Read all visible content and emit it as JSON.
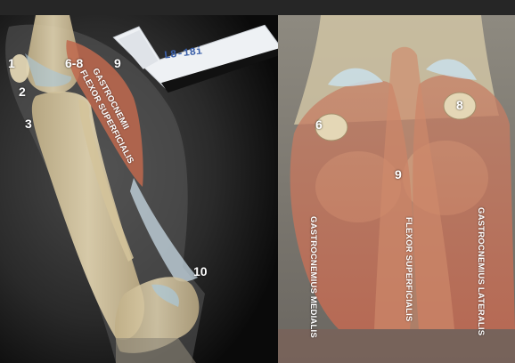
{
  "probe": {
    "model": "L8-18i"
  },
  "labels": {
    "n1": "1",
    "n2": "2",
    "n3": "3",
    "n6_8": "6-8",
    "n9_left": "9",
    "n10": "10",
    "n6_right": "6",
    "n8_right": "8",
    "n9_right": "9"
  },
  "muscles": {
    "gastrocnemii": "GASTROCNEMII",
    "flexor_superficialis_left": "FLEXOR SUPERFICIALIS",
    "gastrocnemius_medialis": "GASTROCNEMIUS MEDIALIS",
    "flexor_superficialis_right": "FLEXOR SUPERFICIALIS",
    "gastrocnemius_lateralis": "GASTROCNEMIUS LATERALIS"
  },
  "colors": {
    "bone": "#d8c9a3",
    "muscle": "#c06a4e",
    "tendon": "#dfe9ef",
    "background": "#000000",
    "topbar": "#262626"
  }
}
